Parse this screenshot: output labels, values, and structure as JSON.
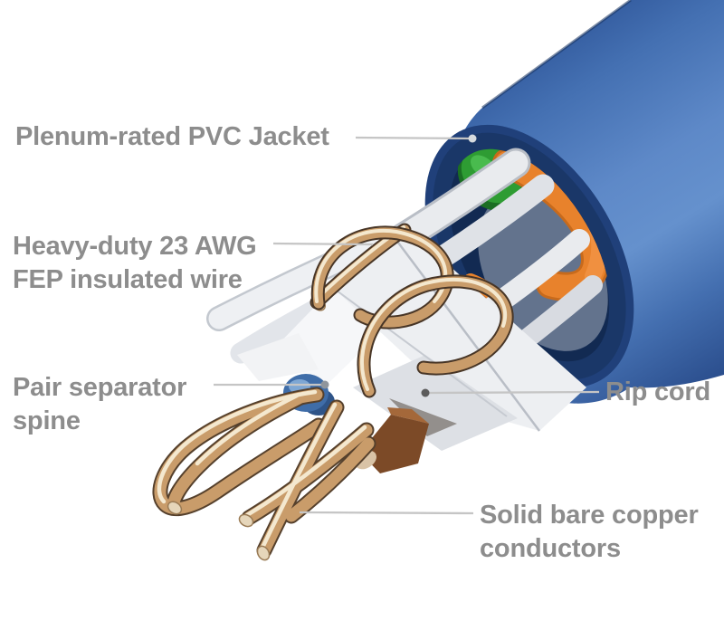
{
  "page": {
    "background": "#ffffff",
    "subject": "Cutaway diagram of a plenum-rated Cat6 network cable showing internal construction"
  },
  "diagram": {
    "labels": [
      {
        "id": "pvc-jacket",
        "lines": [
          "Plenum-rated PVC Jacket"
        ]
      },
      {
        "id": "awg-wire",
        "lines": [
          "Heavy-duty 23 AWG",
          "FEP insulated wire"
        ]
      },
      {
        "id": "pair-separator",
        "lines": [
          "Pair separator",
          "spine"
        ]
      },
      {
        "id": "rip-cord",
        "lines": [
          "Rip cord"
        ]
      },
      {
        "id": "copper-conductors",
        "lines": [
          "Solid bare copper",
          "conductors"
        ]
      }
    ],
    "colors": {
      "label_text": "#8d8d8d",
      "leader_line": "#c5c5c5",
      "jacket_blue": "#4a76ba",
      "jacket_dark_rim": "#1e3c70",
      "insulation_white": "#e9ebee",
      "wire_orange": "#e8822c",
      "wire_green": "#2e9c33",
      "bare_copper": "#c99c6a",
      "spine_blue": "#3f6da8",
      "sheath_brown": "#7c4a27"
    }
  }
}
